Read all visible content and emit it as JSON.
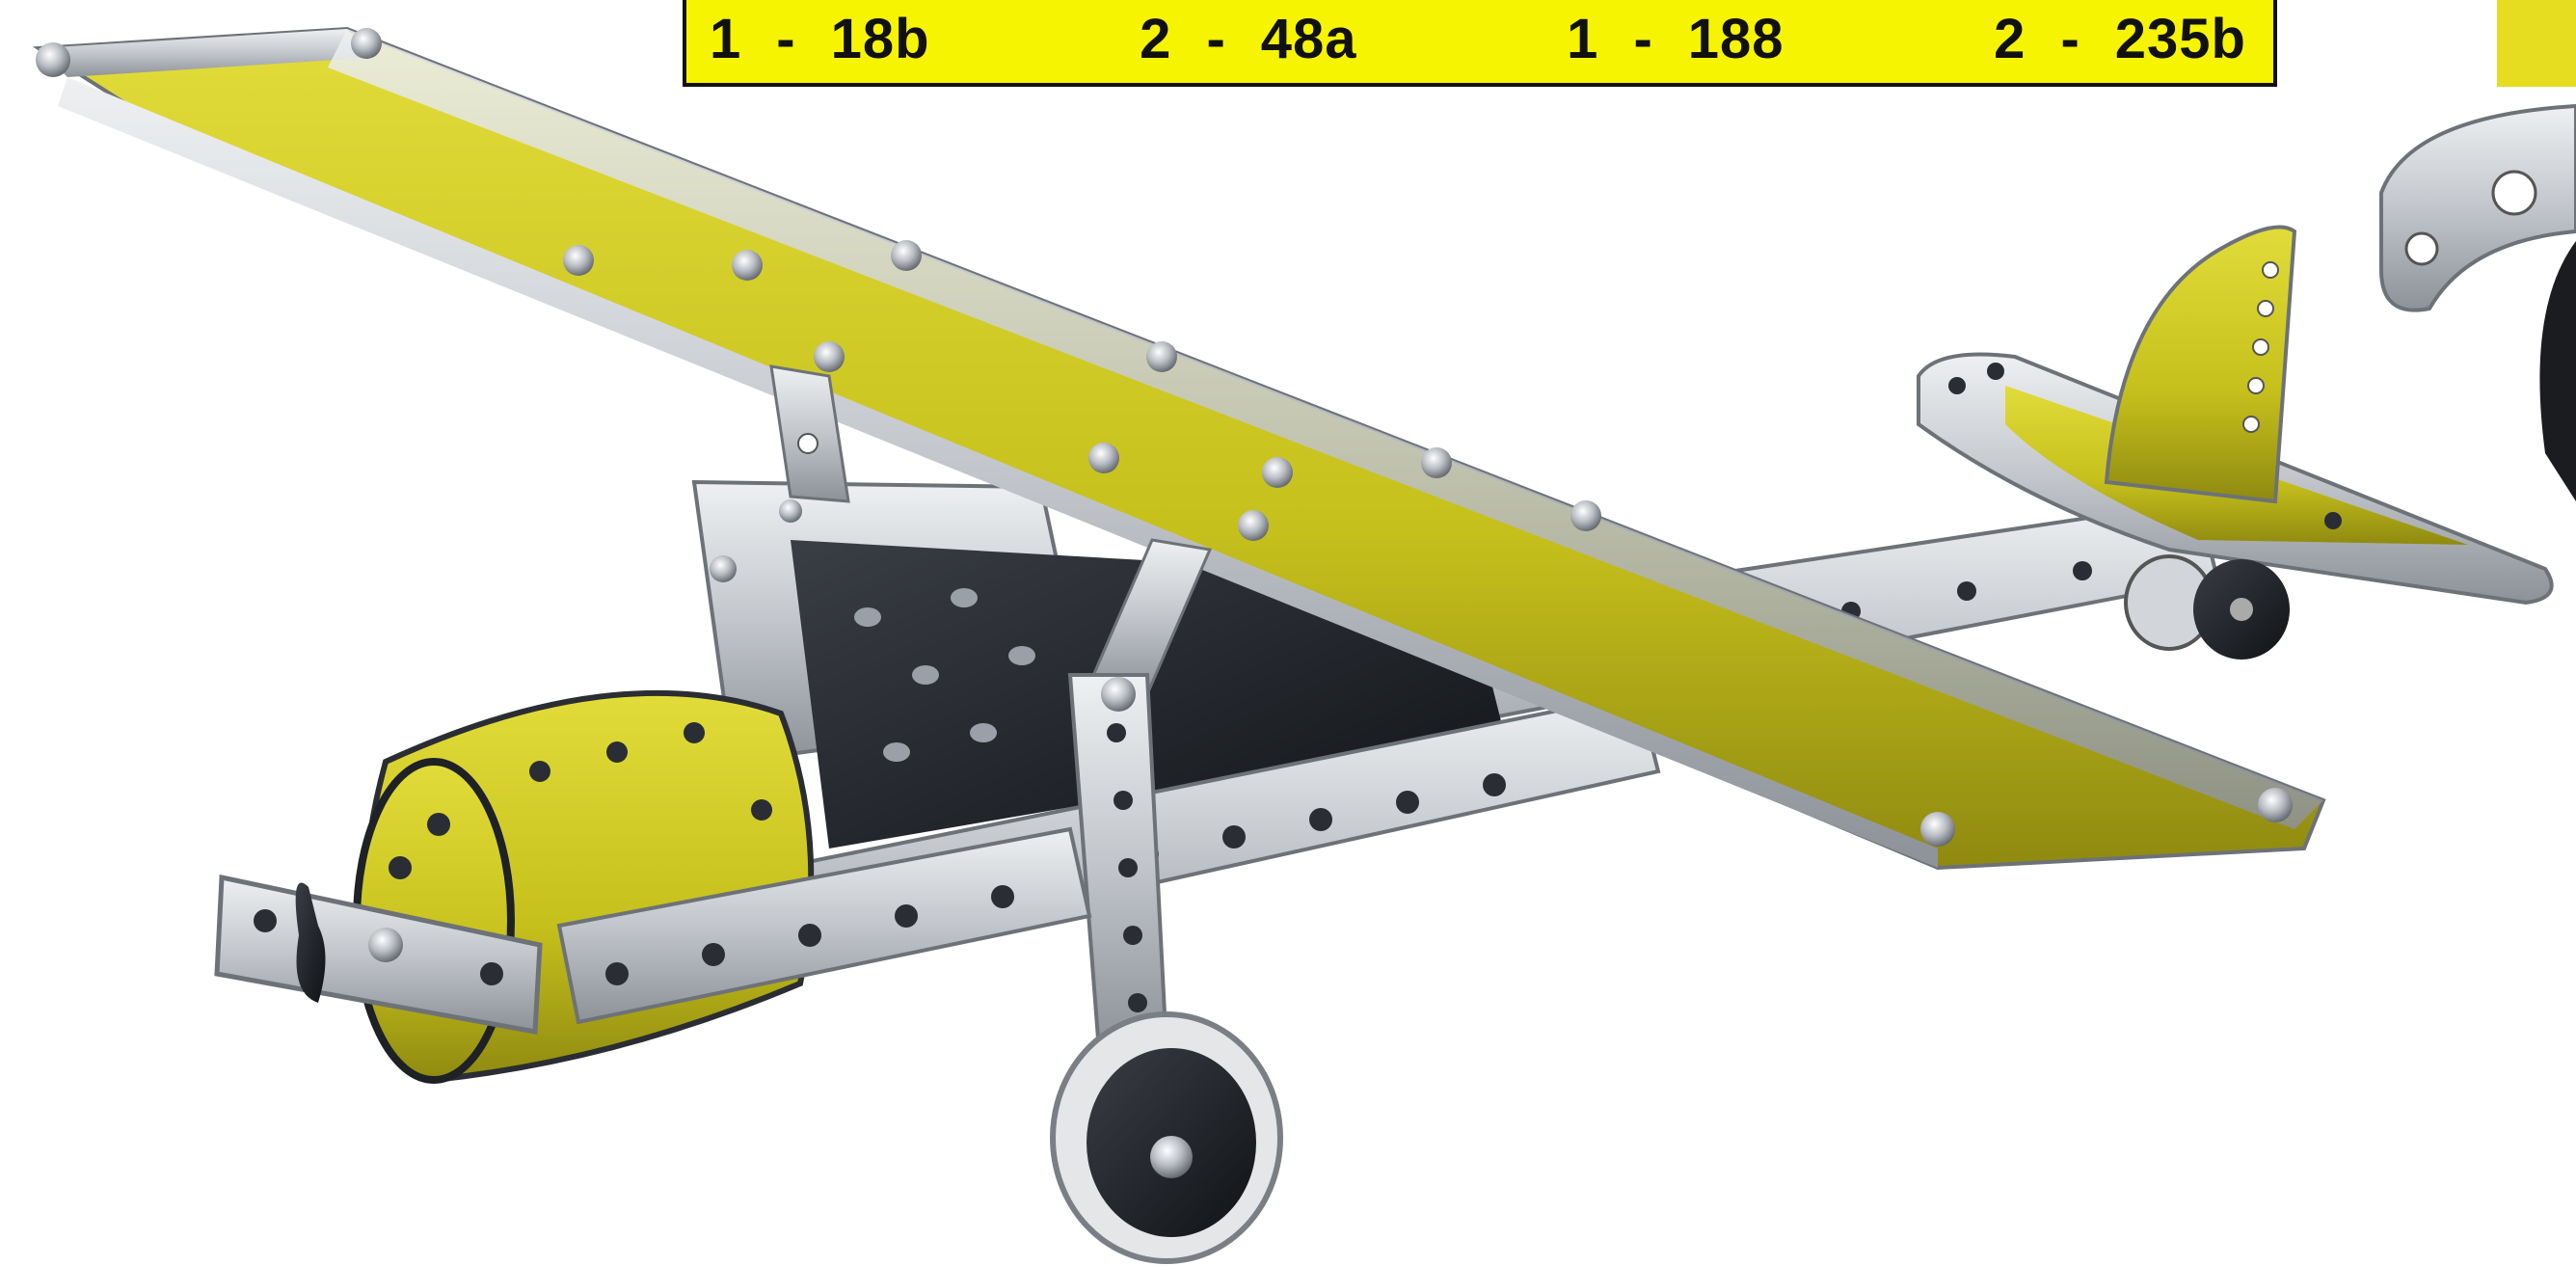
{
  "parts_list": [
    {
      "qty": "1",
      "sep": "-",
      "code": "18b"
    },
    {
      "qty": "2",
      "sep": "-",
      "code": "48a"
    },
    {
      "qty": "1",
      "sep": "-",
      "code": "188"
    },
    {
      "qty": "2",
      "sep": "-",
      "code": "235b"
    }
  ],
  "colors": {
    "banner_yellow": "#f6f400",
    "plate_yellow": "#c9c41c",
    "steel": "#c9ccd0",
    "dark": "#1e2126"
  }
}
